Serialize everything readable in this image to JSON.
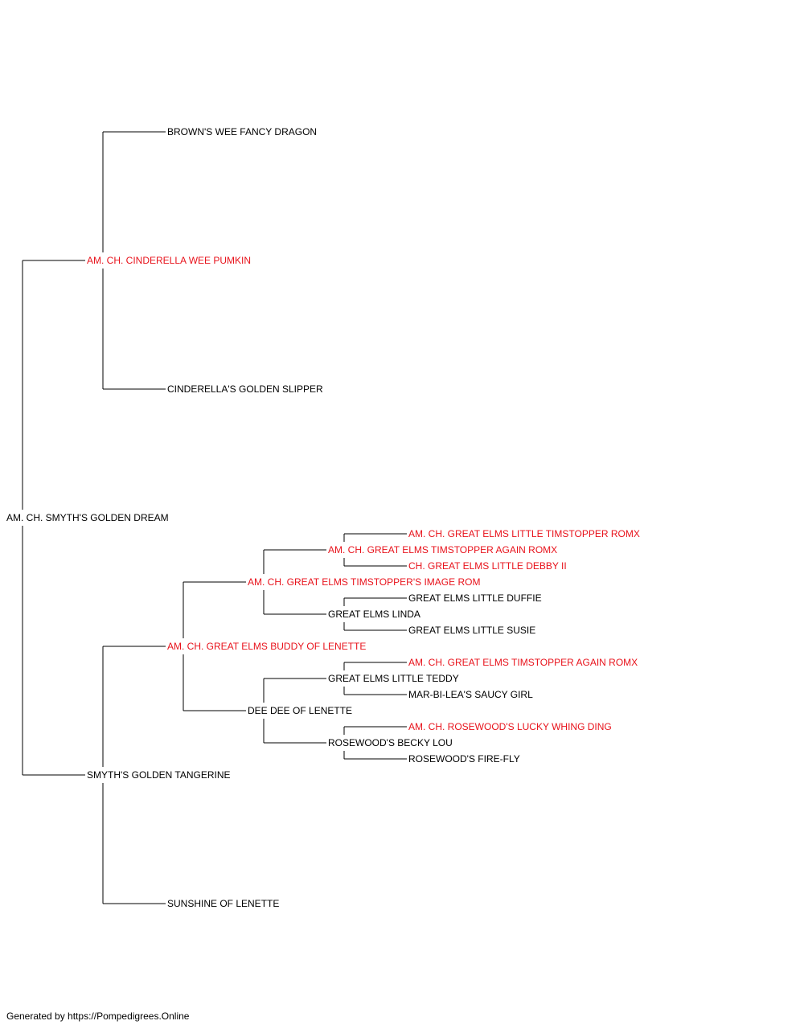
{
  "colors": {
    "champion": "#e8121b",
    "normal": "#000000",
    "line": "#000000"
  },
  "pedigree": {
    "name": "AM. CH. SMYTH'S GOLDEN DREAM",
    "champion": false,
    "sire": {
      "name": "AM. CH. CINDERELLA WEE PUMKIN",
      "champion": true,
      "sire": {
        "name": "BROWN'S WEE FANCY DRAGON",
        "champion": false
      },
      "dam": {
        "name": "CINDERELLA'S GOLDEN SLIPPER",
        "champion": false
      }
    },
    "dam": {
      "name": "SMYTH'S GOLDEN TANGERINE",
      "champion": false,
      "sire": {
        "name": "AM. CH. GREAT ELMS BUDDY OF LENETTE",
        "champion": true,
        "sire": {
          "name": "AM. CH. GREAT ELMS TIMSTOPPER'S IMAGE ROM",
          "champion": true,
          "sire": {
            "name": "AM. CH. GREAT ELMS TIMSTOPPER AGAIN ROMX",
            "champion": true,
            "sire": {
              "name": "AM. CH. GREAT ELMS LITTLE TIMSTOPPER ROMX",
              "champion": true
            },
            "dam": {
              "name": "CH. GREAT ELMS LITTLE DEBBY II",
              "champion": true
            }
          },
          "dam": {
            "name": "GREAT ELMS LINDA",
            "champion": false,
            "sire": {
              "name": "GREAT ELMS LITTLE DUFFIE",
              "champion": false
            },
            "dam": {
              "name": "GREAT ELMS LITTLE SUSIE",
              "champion": false
            }
          }
        },
        "dam": {
          "name": "DEE DEE OF LENETTE",
          "champion": false,
          "sire": {
            "name": "GREAT ELMS LITTLE TEDDY",
            "champion": false,
            "sire": {
              "name": "AM. CH. GREAT ELMS TIMSTOPPER AGAIN ROMX",
              "champion": true
            },
            "dam": {
              "name": "MAR-BI-LEA'S SAUCY GIRL",
              "champion": false
            }
          },
          "dam": {
            "name": "ROSEWOOD'S BECKY LOU",
            "champion": false,
            "sire": {
              "name": "AM. CH. ROSEWOOD'S LUCKY WHING DING",
              "champion": true
            },
            "dam": {
              "name": "ROSEWOOD'S FIRE-FLY",
              "champion": false
            }
          }
        }
      },
      "dam": {
        "name": "SUNSHINE OF LENETTE",
        "champion": false
      }
    }
  },
  "footer": "Generated by https://Pompedigrees.Online"
}
